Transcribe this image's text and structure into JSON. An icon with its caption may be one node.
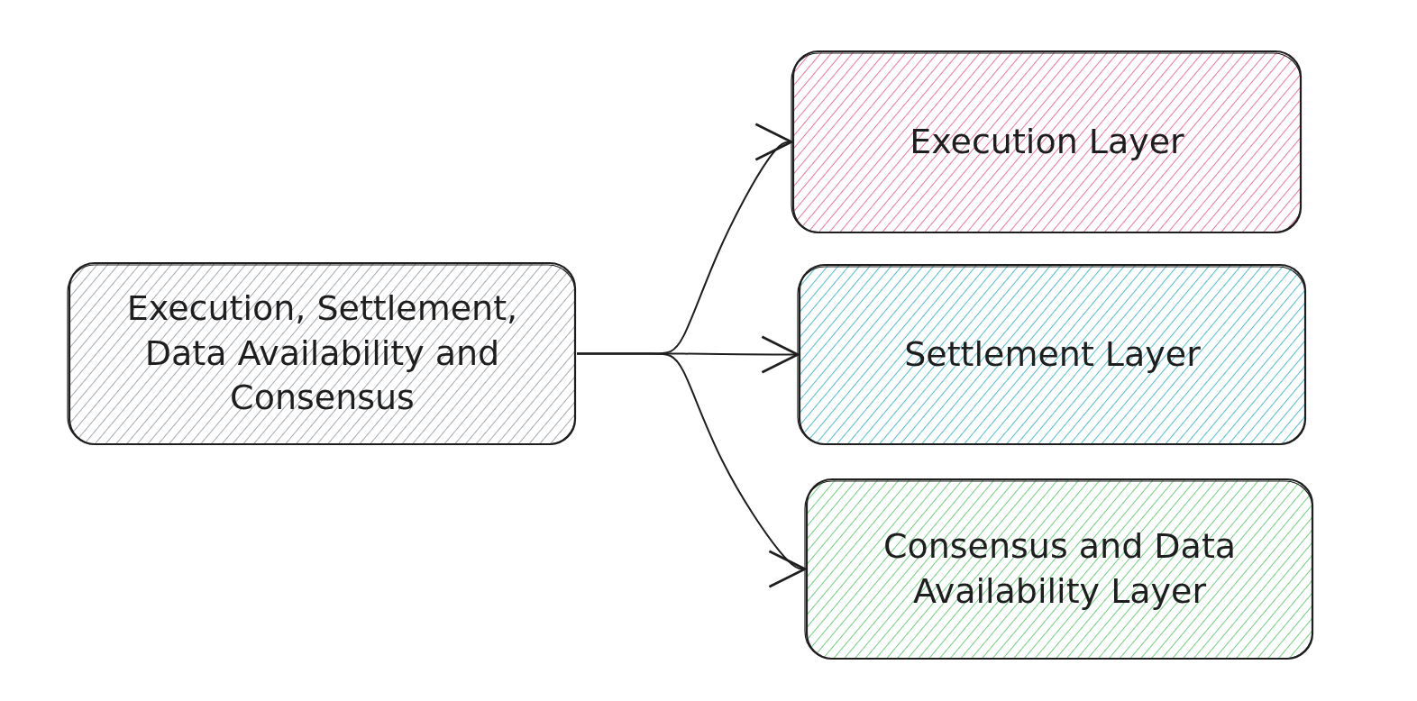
{
  "diagram": {
    "nodes": [
      {
        "text": [
          "Execution, Settlement, Data Availability and Consensus"
        ]
      },
      {
        "text": [
          "Execution Layer"
        ]
      },
      {
        "text": [
          "Settlement Layer"
        ]
      },
      {
        "text": [
          "Consensus and Data Availability Layer"
        ]
      }
    ],
    "edges": [
      {
        "from": 0,
        "to": 1,
        "arrow": "to"
      },
      {
        "from": 0,
        "to": 2,
        "arrow": "to"
      },
      {
        "from": 0,
        "to": 3,
        "arrow": "to"
      }
    ]
  }
}
